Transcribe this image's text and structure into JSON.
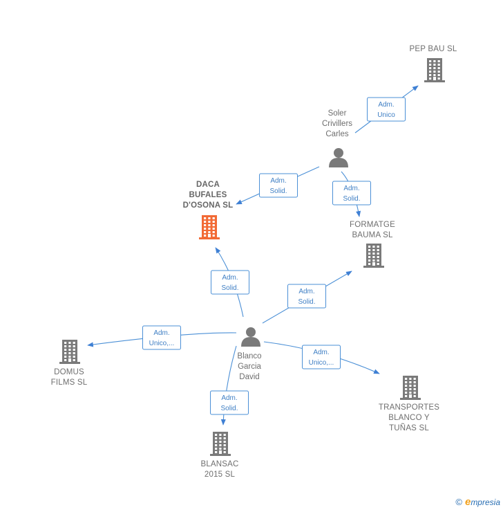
{
  "nodes": [
    {
      "id": "pepbau",
      "type": "company",
      "label_lines": [
        "PEP BAU SL"
      ],
      "highlight": false
    },
    {
      "id": "soler",
      "type": "person",
      "label_lines": [
        "Soler",
        "Crivillers",
        "Carles"
      ]
    },
    {
      "id": "daca",
      "type": "company",
      "label_lines": [
        "DACA",
        "BUFALES",
        "D'OSONA SL"
      ],
      "highlight": true
    },
    {
      "id": "formatge",
      "type": "company",
      "label_lines": [
        "FORMATGE",
        "BAUMA SL"
      ],
      "highlight": false
    },
    {
      "id": "blanco",
      "type": "person",
      "label_lines": [
        "Blanco",
        "Garcia",
        "David"
      ]
    },
    {
      "id": "domus",
      "type": "company",
      "label_lines": [
        "DOMUS",
        "FILMS SL"
      ],
      "highlight": false
    },
    {
      "id": "transportes",
      "type": "company",
      "label_lines": [
        "TRANSPORTES",
        "BLANCO Y",
        "TUÑAS SL"
      ],
      "highlight": false
    },
    {
      "id": "blansac",
      "type": "company",
      "label_lines": [
        "BLANSAC",
        "2015 SL"
      ],
      "highlight": false
    }
  ],
  "edges": [
    {
      "id": "e1",
      "from": "soler",
      "to": "pepbau",
      "label_lines": [
        "Adm.",
        "Unico"
      ]
    },
    {
      "id": "e2",
      "from": "soler",
      "to": "daca",
      "label_lines": [
        "Adm.",
        "Solid."
      ]
    },
    {
      "id": "e3",
      "from": "soler",
      "to": "formatge",
      "label_lines": [
        "Adm.",
        "Solid."
      ]
    },
    {
      "id": "e4",
      "from": "blanco",
      "to": "daca",
      "label_lines": [
        "Adm.",
        "Solid."
      ]
    },
    {
      "id": "e5",
      "from": "blanco",
      "to": "formatge",
      "label_lines": [
        "Adm.",
        "Solid."
      ]
    },
    {
      "id": "e6",
      "from": "blanco",
      "to": "domus",
      "label_lines": [
        "Adm.",
        "Unico,..."
      ]
    },
    {
      "id": "e7",
      "from": "blanco",
      "to": "transportes",
      "label_lines": [
        "Adm.",
        "Unico,..."
      ]
    },
    {
      "id": "e8",
      "from": "blanco",
      "to": "blansac",
      "label_lines": [
        "Adm.",
        "Solid."
      ]
    }
  ],
  "colors": {
    "edge": "#4a8fd6",
    "company_icon": "#7a7a7a",
    "highlight_icon": "#f26a35",
    "person_icon": "#7a7a7a"
  },
  "footer": {
    "copyright": "©",
    "brand_initial": "e",
    "brand_rest": "mpresia"
  }
}
